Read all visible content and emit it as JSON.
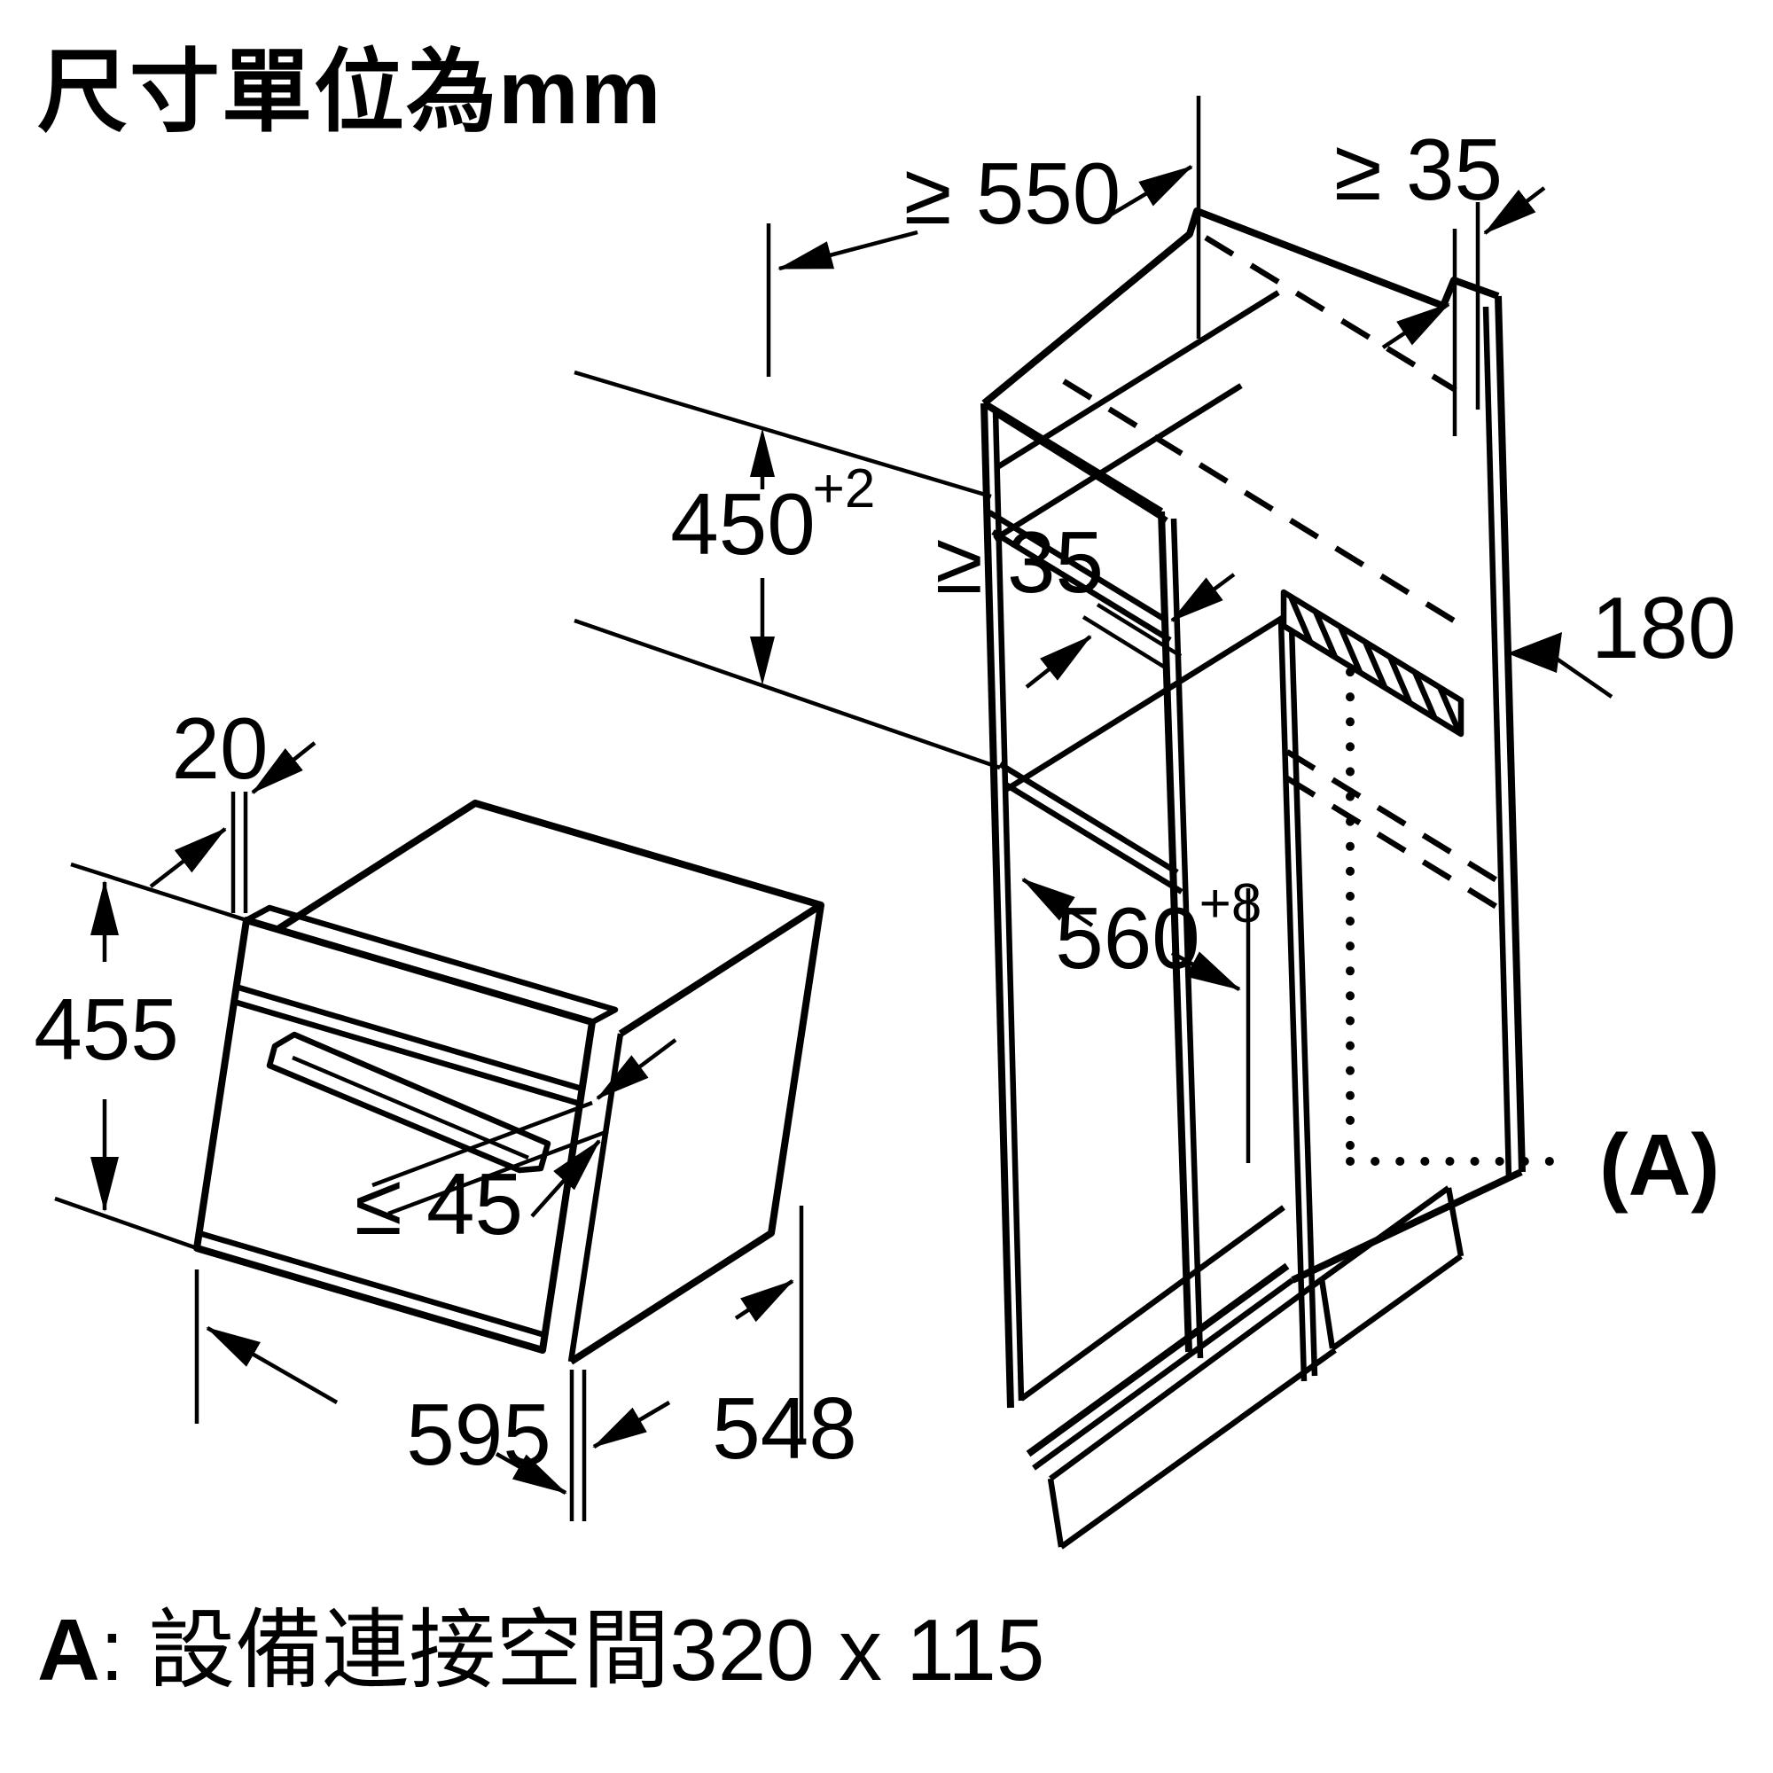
{
  "title": "尺寸單位為mm",
  "note": {
    "prefix": "A",
    "text": ": 設備連接空間320 x 115"
  },
  "colors": {
    "ink": "#000000",
    "bg": "#ffffff"
  },
  "units": "mm",
  "dimensions": {
    "cabinet_depth": {
      "label": "≥ 550"
    },
    "wall_gap_top": {
      "label": "≥ 35"
    },
    "niche_height": {
      "value": "450",
      "tolerance": "+2"
    },
    "shelf_back_gap": {
      "label": "≥ 35"
    },
    "vent_height": {
      "label": "180"
    },
    "niche_width": {
      "value": "560",
      "tolerance": "+8"
    },
    "connection_ref": {
      "label": "(A)"
    },
    "frame_overhang": {
      "label": "20"
    },
    "oven_height": {
      "label": "455"
    },
    "door_protrusion": {
      "label": "≤ 45"
    },
    "oven_width": {
      "label": "595"
    },
    "oven_depth": {
      "label": "548"
    }
  }
}
